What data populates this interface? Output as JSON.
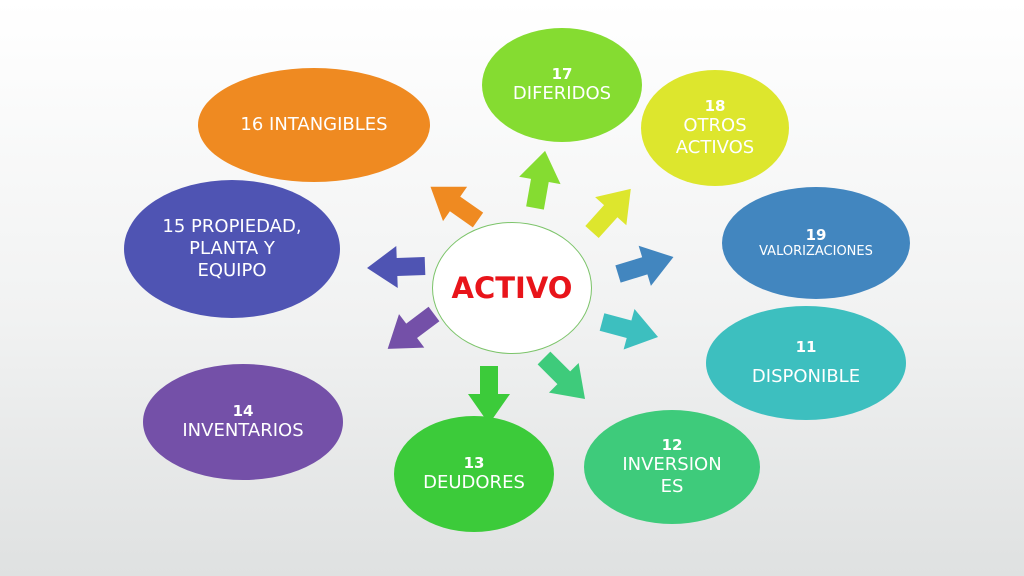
{
  "center": {
    "label": "ACTIVO",
    "color": "#e8141a"
  },
  "nodes": [
    {
      "id": "11",
      "num": "11",
      "label": "DISPONIBLE",
      "color": "#3dbfbf"
    },
    {
      "id": "12",
      "num": "12",
      "label": "INVERSION\nES",
      "color": "#3ecb7b"
    },
    {
      "id": "13",
      "num": "13",
      "label": "DEUDORES",
      "color": "#3ccb3a"
    },
    {
      "id": "14",
      "num": "14",
      "label": "INVENTARIOS",
      "color": "#7450a8"
    },
    {
      "id": "15",
      "num": "",
      "label": "15 PROPIEDAD,\nPLANTA Y\nEQUIPO",
      "color": "#4f54b3"
    },
    {
      "id": "16",
      "num": "",
      "label": "16 INTANGIBLES",
      "color": "#ef8a21"
    },
    {
      "id": "17",
      "num": "17",
      "label": "DIFERIDOS",
      "color": "#85dc31"
    },
    {
      "id": "18",
      "num": "18",
      "label": "OTROS\nACTIVOS",
      "color": "#dde62d"
    },
    {
      "id": "19",
      "num": "19",
      "label": "VALORIZACIONES",
      "color": "#4286bf"
    }
  ]
}
